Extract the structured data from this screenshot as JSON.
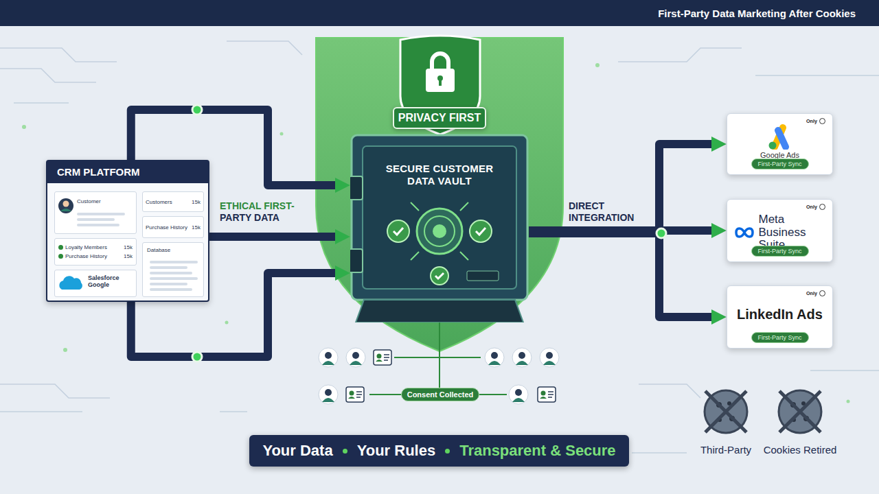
{
  "diagram": {
    "title": "First-Party Data Marketing After Cookies",
    "nodes": [
      {
        "text": [
          "CRM PLATFORM"
        ]
      },
      {
        "text": [
          "Customer"
        ],
        "in": 0
      },
      {
        "text": [
          "Loyalty Members",
          "15k",
          "Purchase History",
          "15k"
        ],
        "in": 0
      },
      {
        "text": [
          "Salesforce Google"
        ],
        "in": 0
      },
      {
        "text": [
          "Customers",
          "15k"
        ],
        "in": 0
      },
      {
        "text": [
          "Purchase History",
          "15k"
        ],
        "in": 0
      },
      {
        "text": [
          "Database"
        ],
        "in": 0
      },
      {
        "text": [
          "PRIVACY FIRST"
        ]
      },
      {
        "text": [
          "SECURE CUSTOMER DATA VAULT"
        ]
      },
      {
        "text": [
          "Only",
          "Google Ads",
          "First-Party Sync"
        ]
      },
      {
        "text": [
          "Only",
          "Meta Business Suite",
          "First-Party Sync"
        ]
      },
      {
        "text": [
          "Only",
          "LinkedIn Ads",
          "First-Party Sync"
        ]
      },
      {
        "text": [
          "Consent Collected"
        ]
      },
      {
        "text": [
          "Your Data",
          "Your Rules",
          "Transparent & Secure"
        ]
      }
    ],
    "edges": [
      {
        "from": 0,
        "to": 8,
        "arrow": "to"
      },
      {
        "from": 0,
        "to": 8,
        "label": "ETHICAL FIRST-PARTY DATA",
        "arrow": "to"
      },
      {
        "from": 0,
        "to": 8,
        "arrow": "to"
      },
      {
        "from": 8,
        "to": 9,
        "arrow": "to"
      },
      {
        "from": 8,
        "to": 10,
        "label": "DIRECT INTEGRATION",
        "arrow": "to"
      },
      {
        "from": 8,
        "to": 11,
        "arrow": "to"
      },
      {
        "from": 8,
        "to": 12,
        "arrow": "none"
      }
    ],
    "labels": [
      "Third-Party",
      "Cookies Retired"
    ]
  }
}
